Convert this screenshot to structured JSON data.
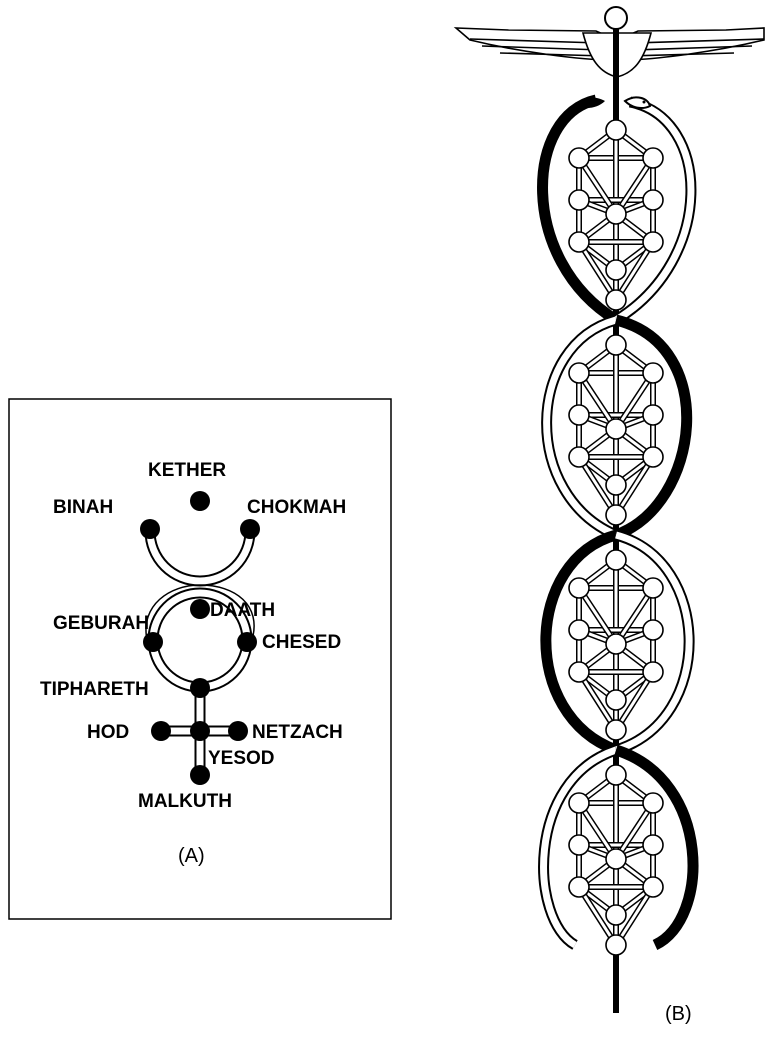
{
  "figure_a": {
    "caption": "(A)",
    "labels": {
      "kether": "KETHER",
      "binah": "BINAH",
      "chokmah": "CHOKMAH",
      "geburah": "GEBURAH",
      "daath": "DAATH",
      "chesed": "CHESED",
      "tiphareth": "TIPHARETH",
      "hod": "HOD",
      "netzach": "NETZACH",
      "yesod": "YESOD",
      "malkuth": "MALKUTH"
    }
  },
  "figure_b": {
    "caption": "(B)",
    "tree_count": 4
  },
  "colors": {
    "ink": "#000000",
    "paper": "#ffffff"
  }
}
